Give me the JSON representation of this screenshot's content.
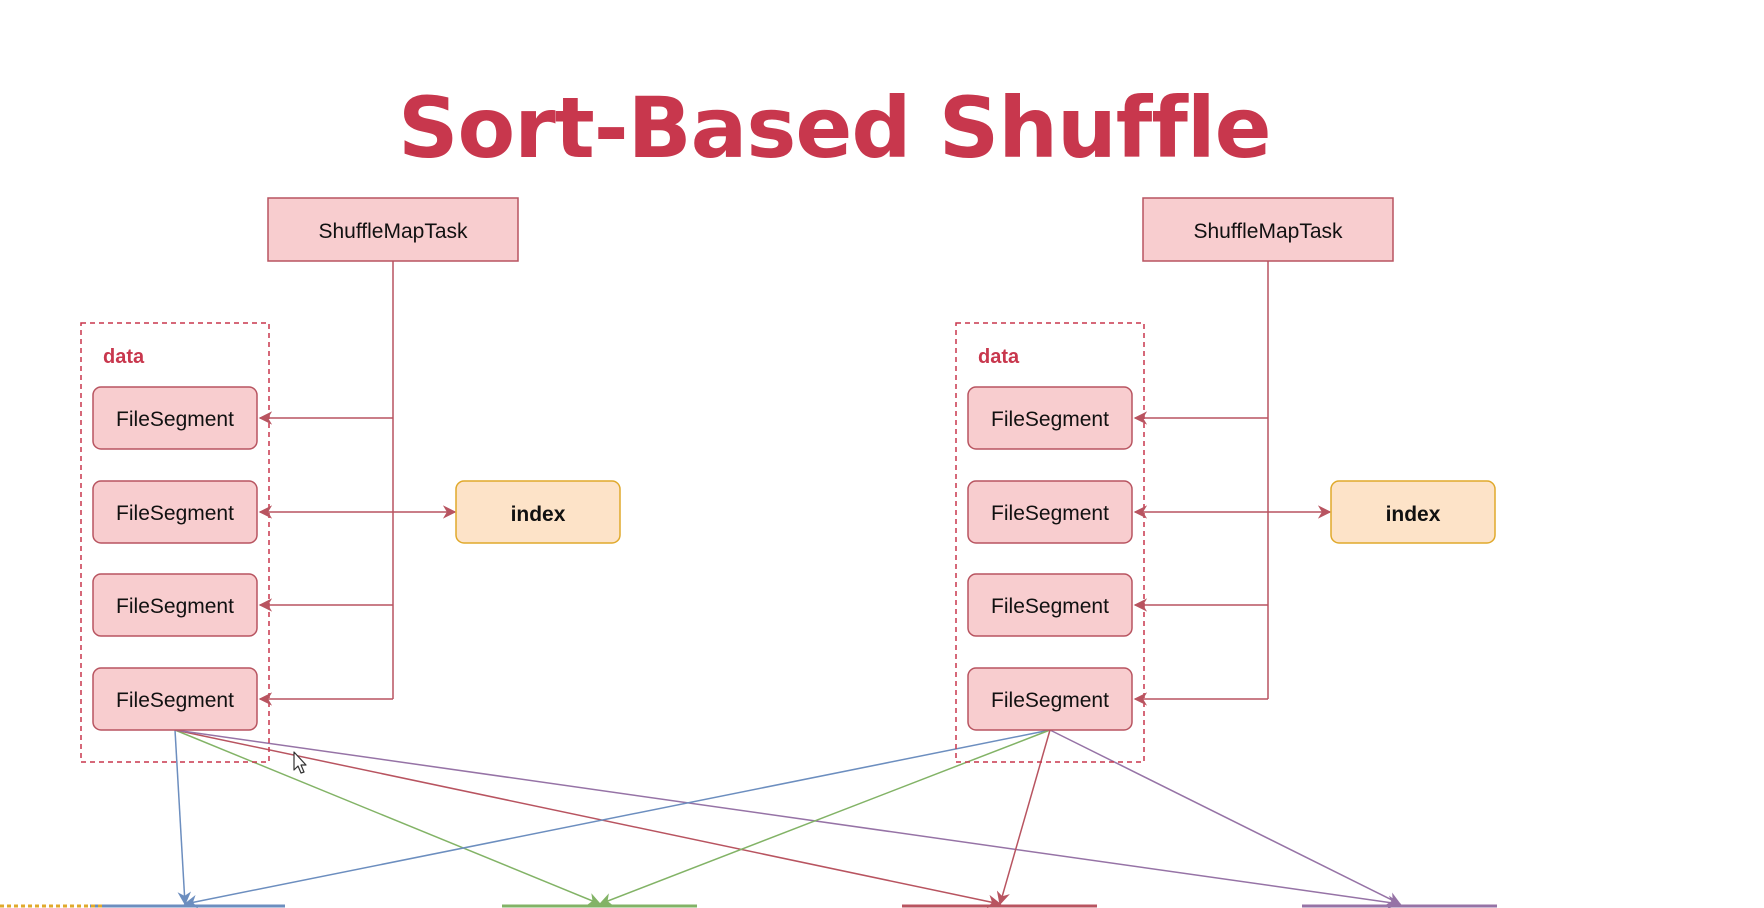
{
  "title": "Sort-Based Shuffle",
  "colors": {
    "title": "#c8374d",
    "task_fill": "#f8cdcf",
    "task_stroke": "#b85460",
    "segment_fill": "#f8cdcf",
    "segment_stroke": "#b85460",
    "index_fill": "#fde3c8",
    "index_stroke": "#e0a92b",
    "connector": "#b85460",
    "data_label": "#c8374d",
    "blue": "#6c8ebf",
    "green": "#82b366",
    "red": "#b85460",
    "purple": "#9673a6"
  },
  "groups": [
    {
      "task_label": "ShuffleMapTask",
      "data_label": "data",
      "segments": [
        "FileSegment",
        "FileSegment",
        "FileSegment",
        "FileSegment"
      ],
      "index_label": "index"
    },
    {
      "task_label": "ShuffleMapTask",
      "data_label": "data",
      "segments": [
        "FileSegment",
        "FileSegment",
        "FileSegment",
        "FileSegment"
      ],
      "index_label": "index"
    }
  ],
  "edges": [
    {
      "from_group": 0,
      "to_target": 0,
      "color": "blue"
    },
    {
      "from_group": 0,
      "to_target": 1,
      "color": "green"
    },
    {
      "from_group": 0,
      "to_target": 2,
      "color": "red"
    },
    {
      "from_group": 0,
      "to_target": 3,
      "color": "purple"
    },
    {
      "from_group": 1,
      "to_target": 0,
      "color": "blue"
    },
    {
      "from_group": 1,
      "to_target": 1,
      "color": "green"
    },
    {
      "from_group": 1,
      "to_target": 2,
      "color": "red"
    },
    {
      "from_group": 1,
      "to_target": 3,
      "color": "purple"
    }
  ]
}
